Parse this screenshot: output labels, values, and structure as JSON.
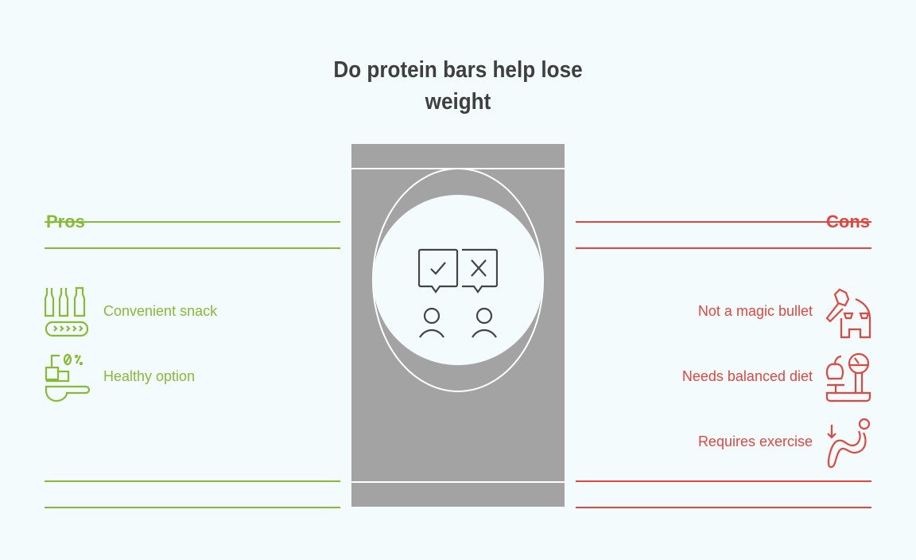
{
  "title": "Do protein bars help lose weight",
  "pros": {
    "header": "Pros",
    "items": [
      {
        "label": "Convenient snack",
        "icon": "bottles-conveyor-icon"
      },
      {
        "label": "Healthy option",
        "icon": "scoop-percent-icon"
      }
    ]
  },
  "cons": {
    "header": "Cons",
    "items": [
      {
        "label": "Not a magic bullet",
        "icon": "axe-house-icon"
      },
      {
        "label": "Needs balanced diet",
        "icon": "apple-scale-icon"
      },
      {
        "label": "Requires exercise",
        "icon": "exercise-figure-icon"
      }
    ]
  },
  "center_icon": "people-check-cross-icon",
  "colors": {
    "pros": "#88bb34",
    "cons": "#e2473f",
    "center": "#a3a3a3",
    "background": "#f3fbfd"
  }
}
